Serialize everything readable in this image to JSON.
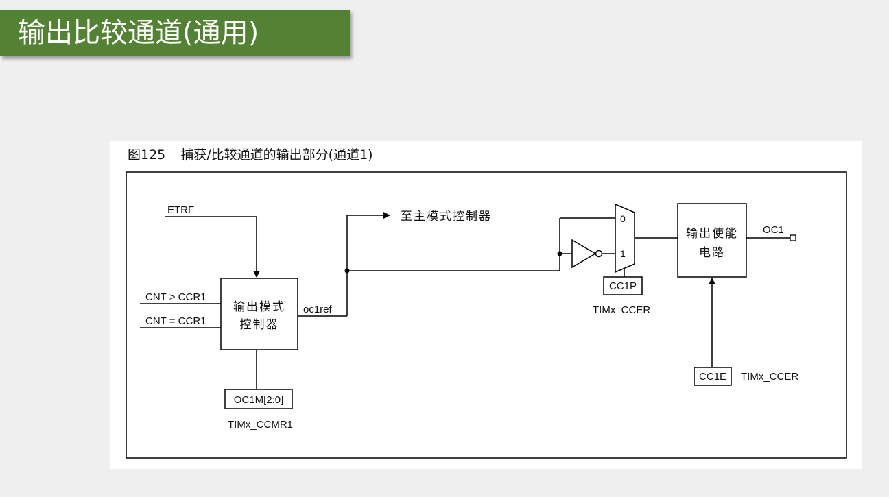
{
  "header": {
    "title": "输出比较通道(通用)"
  },
  "figure": {
    "number": "图125",
    "caption": "捕获/比较通道的输出部分(通道1)"
  },
  "diagram": {
    "etrf": "ETRF",
    "cnt_gt": "CNT > CCR1",
    "cnt_eq": "CNT = CCR1",
    "output_mode_controller": [
      "输出模式",
      "控制器"
    ],
    "oc1m_register": "OC1M[2:0]",
    "timx_ccmr1": "TIMx_CCMR1",
    "oc1ref": "oc1ref",
    "to_master_mode_controller": "至主模式控制器",
    "mux_input_0": "0",
    "mux_input_1": "1",
    "cc1p": "CC1P",
    "timx_ccer_polarity": "TIMx_CCER",
    "output_enable_circuit": [
      "输出使能",
      "电路"
    ],
    "oc1": "OC1",
    "cc1e": "CC1E",
    "timx_ccer_enable": "TIMx_CCER"
  },
  "colors": {
    "banner": "#548235",
    "banner_text": "#ffffff",
    "background": "#efefef",
    "panel": "#ffffff"
  }
}
